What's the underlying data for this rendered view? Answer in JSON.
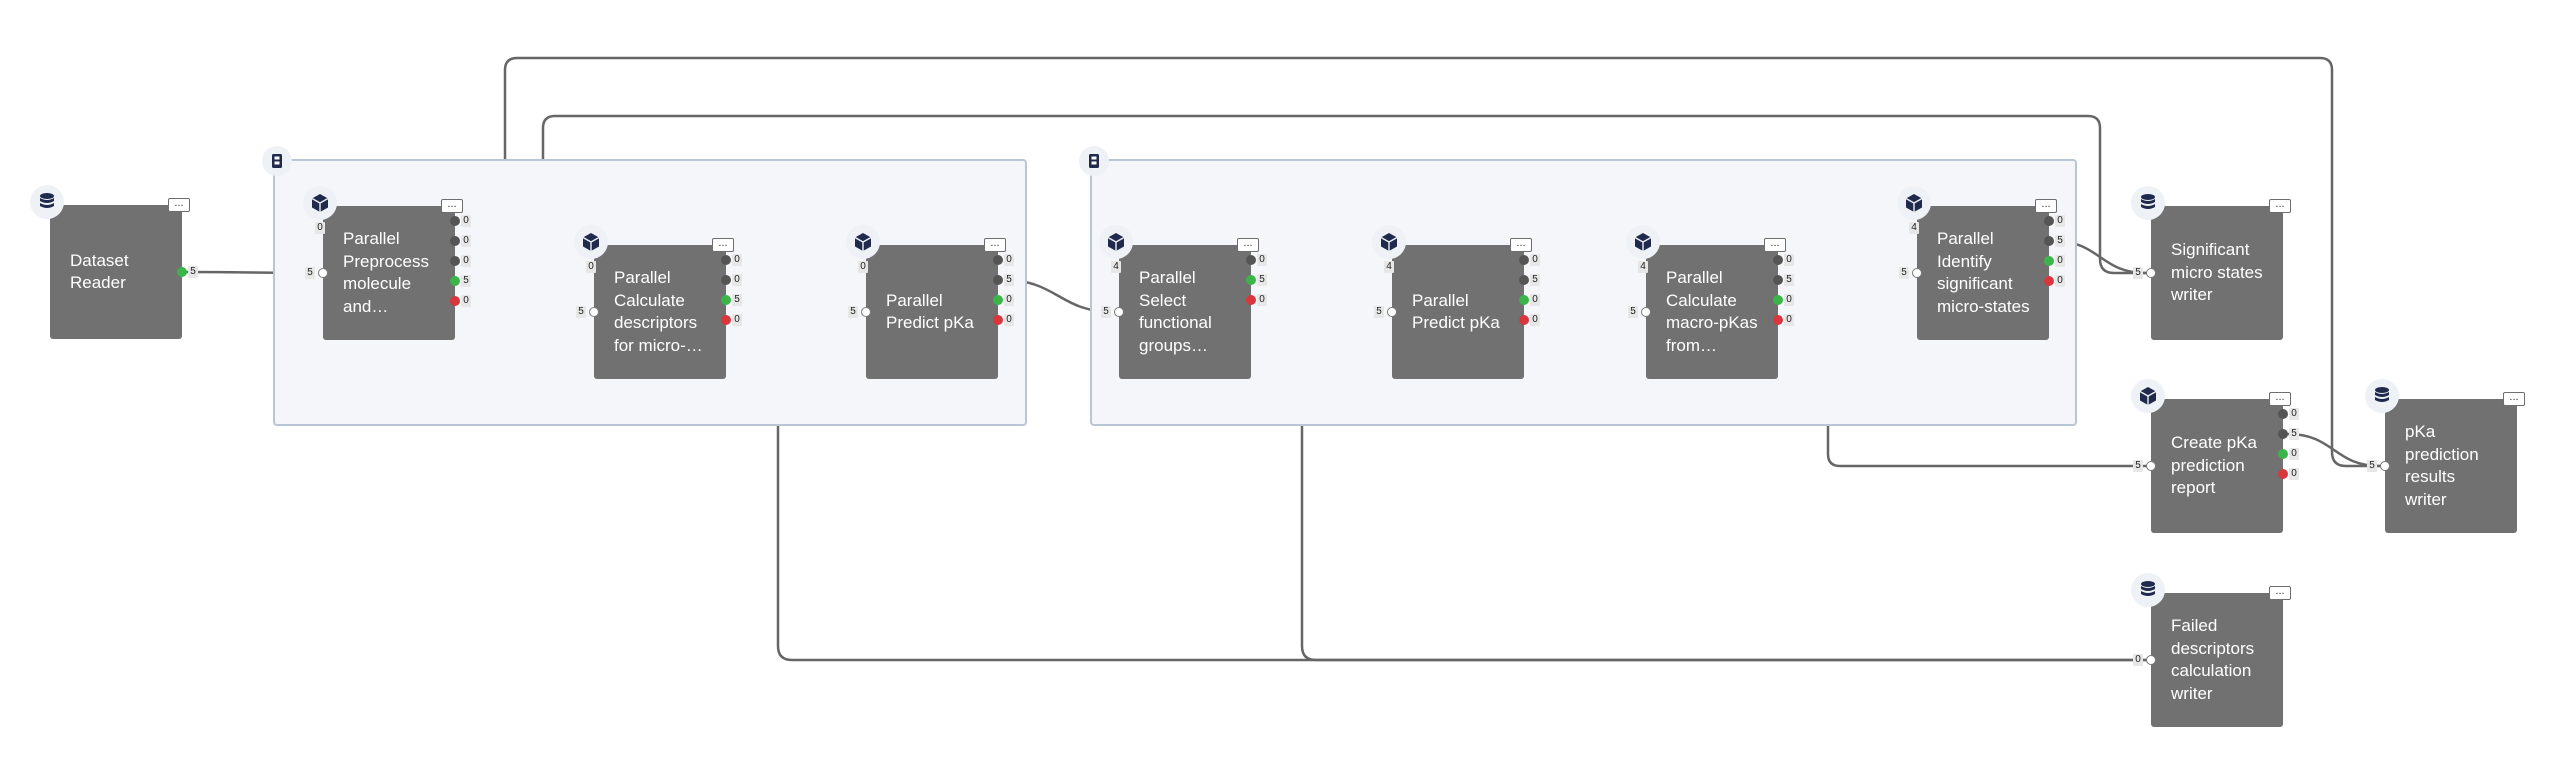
{
  "colors": {
    "node_fill": "#717171",
    "group_border": "#b9c6d6",
    "group_fill": "#f4f6f9",
    "port_success": "#3bb54a",
    "port_failure": "#d9363e",
    "icon_navy": "#1f2a4d",
    "wire": "#666666"
  },
  "menu_label": "...",
  "groups": [
    {
      "icon": "parallel-group-icon"
    },
    {
      "icon": "parallel-group-icon"
    }
  ],
  "nodes": {
    "dataset_reader": {
      "lines": [
        "Dataset",
        "Reader"
      ],
      "icon": "database-icon",
      "out_success": "5"
    },
    "preprocess": {
      "lines": [
        "Parallel",
        "Preprocess",
        "molecule",
        "and…"
      ],
      "icon": "cube-icon",
      "corner": "0",
      "in": "5",
      "outs": [
        "0",
        "0",
        "0"
      ],
      "out_success": "5",
      "out_failure": "0"
    },
    "calc_desc": {
      "lines": [
        "Parallel",
        "Calculate",
        "descriptors",
        "for micro-…"
      ],
      "icon": "cube-icon",
      "corner": "0",
      "in": "5",
      "outs": [
        "0",
        "0"
      ],
      "out_success": "5",
      "out_failure": "0"
    },
    "predict_pka_1": {
      "lines": [
        "Parallel",
        "Predict pKa"
      ],
      "icon": "cube-icon",
      "corner": "0",
      "in": "5",
      "outs": [
        "0",
        "5"
      ],
      "out_success": "0",
      "out_failure": "0"
    },
    "select_groups": {
      "lines": [
        "Parallel",
        "Select",
        "functional",
        "groups…"
      ],
      "icon": "cube-icon",
      "corner": "4",
      "in": "5",
      "outs": [
        "0"
      ],
      "out_success": "5",
      "out_failure": "0"
    },
    "predict_pka_2": {
      "lines": [
        "Parallel",
        "Predict pKa"
      ],
      "icon": "cube-icon",
      "corner": "4",
      "in": "5",
      "outs": [
        "0",
        "5"
      ],
      "out_success": "0",
      "out_failure": "0"
    },
    "calc_macro": {
      "lines": [
        "Parallel",
        "Calculate",
        "macro-pKas",
        "from…"
      ],
      "icon": "cube-icon",
      "corner": "4",
      "in": "5",
      "outs": [
        "0",
        "5"
      ],
      "out_success": "0",
      "out_failure": "0"
    },
    "identify_micro": {
      "lines": [
        "Parallel",
        "Identify",
        "significant",
        "micro-states"
      ],
      "icon": "cube-icon",
      "corner": "4",
      "in": "5",
      "outs": [
        "0",
        "5"
      ],
      "out_success": "0",
      "out_failure": "0"
    },
    "micro_writer": {
      "lines": [
        "Significant",
        "micro states",
        "writer"
      ],
      "icon": "database-icon",
      "in": "5"
    },
    "create_report": {
      "lines": [
        "Create pKa",
        "prediction",
        "report"
      ],
      "icon": "cube-icon",
      "in": "5",
      "outs": [
        "0",
        "5"
      ],
      "out_success": "0",
      "out_failure": "0"
    },
    "results_writer": {
      "lines": [
        "pKa",
        "prediction",
        "results",
        "writer"
      ],
      "icon": "database-icon",
      "in": "5"
    },
    "failed_writer": {
      "lines": [
        "Failed",
        "descriptors",
        "calculation",
        "writer"
      ],
      "icon": "database-icon",
      "in": "0"
    }
  }
}
